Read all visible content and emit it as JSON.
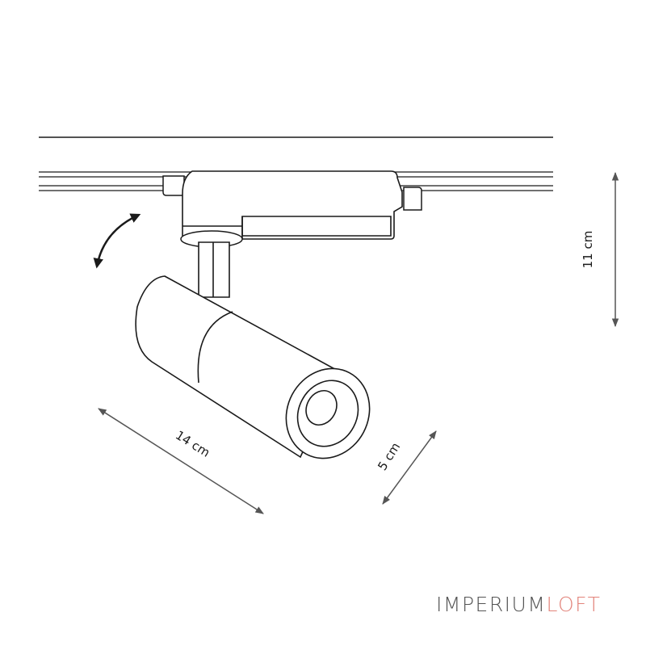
{
  "dimensions": {
    "height_label": "11 cm",
    "length_label": "14 cm",
    "diameter_label": "5 cm"
  },
  "brand": {
    "part1": "IMPERIUM",
    "part2": "LOFT",
    "color1": "#555555",
    "color2": "#e2837a"
  },
  "colors": {
    "line": "#1a1a1a",
    "dimension_line": "#555555"
  }
}
